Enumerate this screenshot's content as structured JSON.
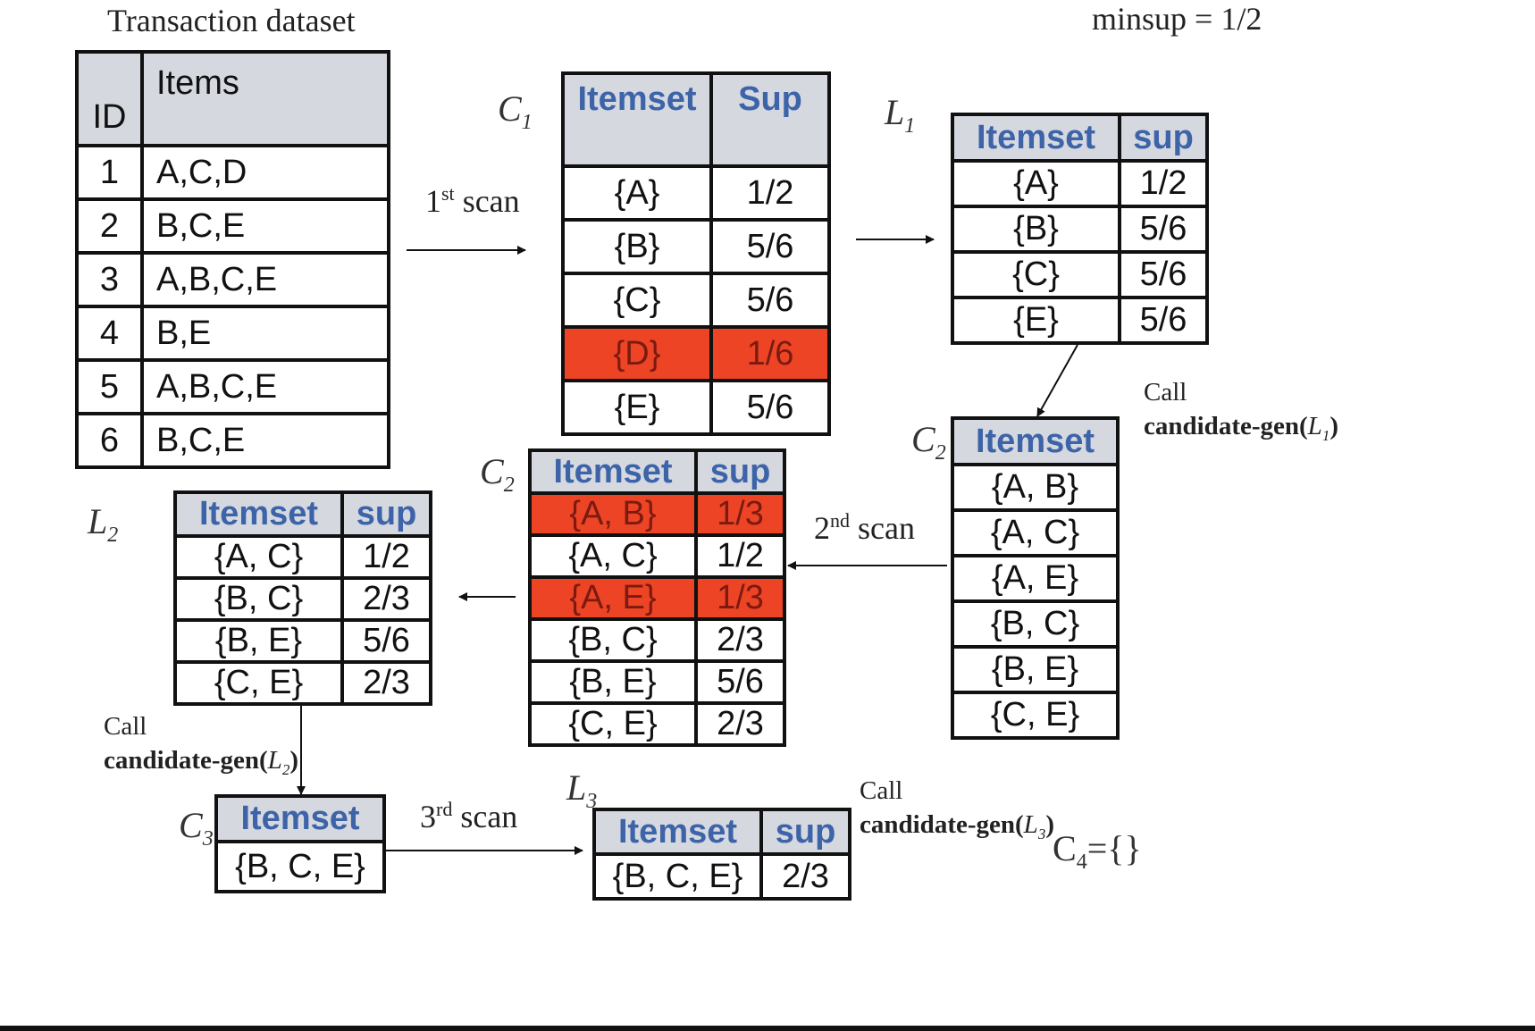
{
  "title": "Transaction dataset",
  "minsup": "minsup = 1/2",
  "dataset": {
    "headers": [
      "ID",
      "Items"
    ],
    "rows": [
      [
        "1",
        "A,C,D"
      ],
      [
        "2",
        "B,C,E"
      ],
      [
        "3",
        "A,B,C,E"
      ],
      [
        "4",
        "B,E"
      ],
      [
        "5",
        "A,B,C,E"
      ],
      [
        "6",
        "B,C,E"
      ]
    ]
  },
  "c1": {
    "label": "C",
    "sub": "1",
    "headers": [
      "Itemset",
      "Sup"
    ],
    "rows": [
      {
        "itemset": "{A}",
        "sup": "1/2"
      },
      {
        "itemset": "{B}",
        "sup": "5/6"
      },
      {
        "itemset": "{C}",
        "sup": "5/6"
      },
      {
        "itemset": "{D}",
        "sup": "1/6",
        "pruned": true
      },
      {
        "itemset": "{E}",
        "sup": "5/6"
      }
    ]
  },
  "l1": {
    "label": "L",
    "sub": "1",
    "headers": [
      "Itemset",
      "sup"
    ],
    "rows": [
      {
        "itemset": "{A}",
        "sup": "1/2"
      },
      {
        "itemset": "{B}",
        "sup": "5/6"
      },
      {
        "itemset": "{C}",
        "sup": "5/6"
      },
      {
        "itemset": "{E}",
        "sup": "5/6"
      }
    ]
  },
  "c2_candidates": {
    "label": "C",
    "sub": "2",
    "headers": [
      "Itemset"
    ],
    "rows": [
      "{A, B}",
      "{A, C}",
      "{A, E}",
      "{B, C}",
      "{B, E}",
      "{C, E}"
    ]
  },
  "c2_counted": {
    "label": "C",
    "sub": "2",
    "headers": [
      "Itemset",
      "sup"
    ],
    "rows": [
      {
        "itemset": "{A, B}",
        "sup": "1/3",
        "pruned": true
      },
      {
        "itemset": "{A, C}",
        "sup": "1/2"
      },
      {
        "itemset": "{A, E}",
        "sup": "1/3",
        "pruned": true
      },
      {
        "itemset": "{B, C}",
        "sup": "2/3"
      },
      {
        "itemset": "{B, E}",
        "sup": "5/6"
      },
      {
        "itemset": "{C, E}",
        "sup": "2/3"
      }
    ]
  },
  "l2": {
    "label": "L",
    "sub": "2",
    "headers": [
      "Itemset",
      "sup"
    ],
    "rows": [
      {
        "itemset": "{A, C}",
        "sup": "1/2"
      },
      {
        "itemset": "{B, C}",
        "sup": "2/3"
      },
      {
        "itemset": "{B, E}",
        "sup": "5/6"
      },
      {
        "itemset": "{C, E}",
        "sup": "2/3"
      }
    ]
  },
  "c3": {
    "label": "C",
    "sub": "3",
    "headers": [
      "Itemset"
    ],
    "rows": [
      "{B, C, E}"
    ]
  },
  "l3": {
    "label": "L",
    "sub": "3",
    "headers": [
      "Itemset",
      "sup"
    ],
    "rows": [
      {
        "itemset": "{B, C, E}",
        "sup": "2/3"
      }
    ]
  },
  "scans": {
    "s1": {
      "num": "1",
      "suffix": "st",
      "word": "scan"
    },
    "s2": {
      "num": "2",
      "suffix": "nd",
      "word": "scan"
    },
    "s3": {
      "num": "3",
      "suffix": "rd",
      "word": "scan"
    }
  },
  "calls": {
    "call_word": "Call",
    "func": "candidate-gen(",
    "c1": {
      "arg": "L",
      "sub": "1",
      "close": ")"
    },
    "c2": {
      "arg": "L",
      "sub": "2",
      "close": ")"
    },
    "c3": {
      "arg": "L",
      "sub": "3",
      "close": ")"
    }
  },
  "c4": {
    "label": "C",
    "sub": "4",
    "value": "={}"
  },
  "colors": {
    "pruned": "#ec4424",
    "header_bg": "#d5d8df",
    "header_text": "#3d63a8"
  }
}
